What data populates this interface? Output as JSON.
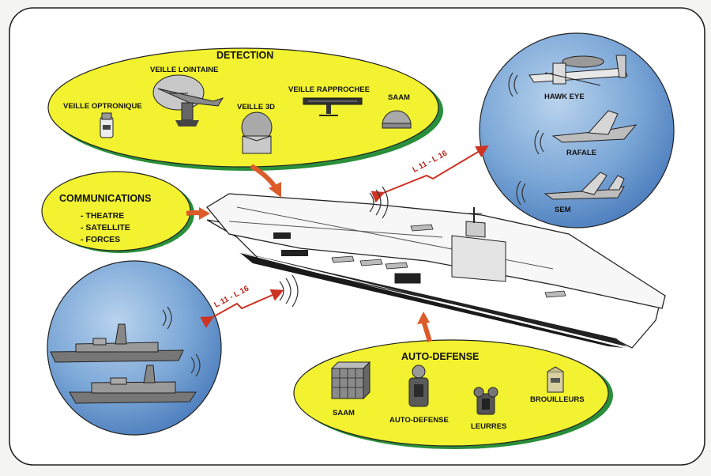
{
  "detection": {
    "title": "DETECTION",
    "items": {
      "veille_optronique": "VEILLE OPTRONIQUE",
      "veille_lointaine": "VEILLE LOINTAINE",
      "veille_3d": "VEILLE 3D",
      "veille_rapprochee": "VEILLE RAPPROCHEE",
      "saam": "SAAM"
    }
  },
  "communications": {
    "title": "COMMUNICATIONS",
    "items": [
      "- THEATRE",
      "- SATELLITE",
      "- FORCES"
    ]
  },
  "aircraft": {
    "items": [
      "HAWK EYE",
      "RAFALE",
      "SEM"
    ]
  },
  "links": {
    "upper": "L 11 - L 16",
    "lower": "L 11 - L 16"
  },
  "auto_defense": {
    "title": "AUTO-DEFENSE",
    "items": {
      "saam": "SAAM",
      "auto_defense": "AUTO-DEFENSE",
      "leurres": "LEURRES",
      "brouilleurs": "BROUILLEURS"
    }
  },
  "colors": {
    "bubble_fill": "#f2f230",
    "bubble_shadow": "#2a8f3a",
    "circle_fill": "#6e9ed2",
    "arrow": "#dd5a2a",
    "link_line": "#cc3322"
  }
}
